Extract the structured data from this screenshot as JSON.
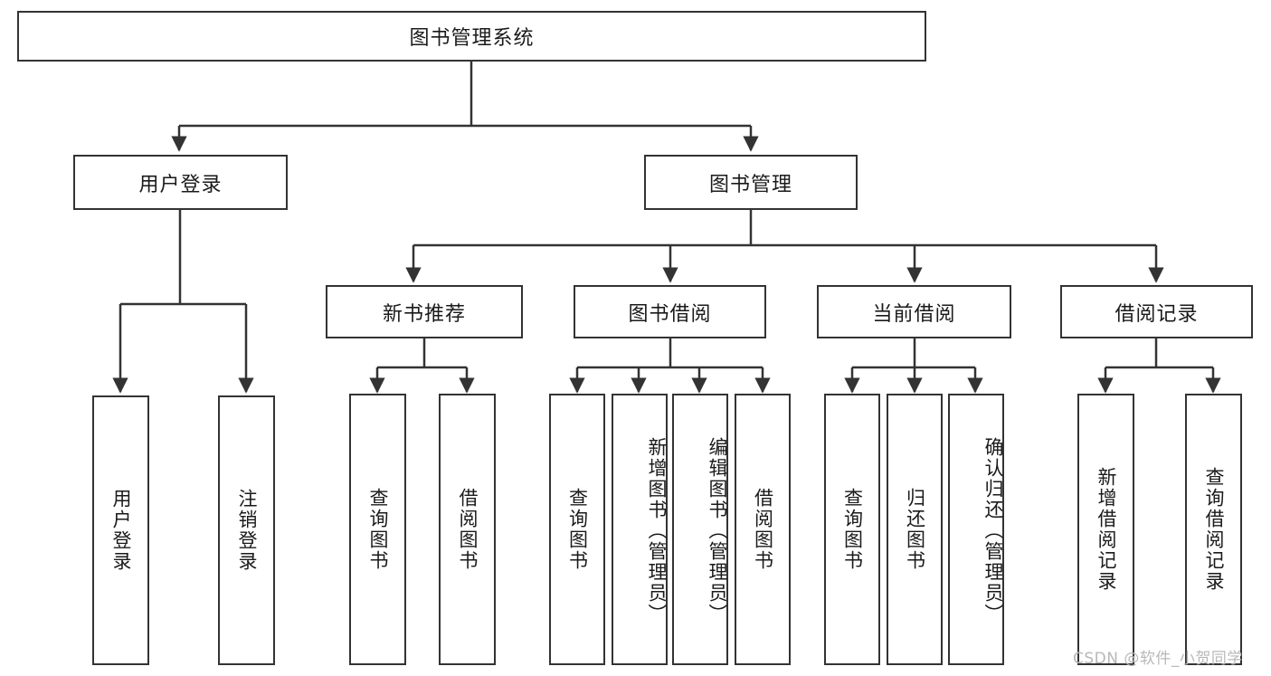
{
  "diagram": {
    "title": "图书管理系统",
    "root": {
      "label": "图书管理系统"
    },
    "level1": [
      {
        "label": "用户登录"
      },
      {
        "label": "图书管理"
      }
    ],
    "level2": [
      {
        "label": "新书推荐"
      },
      {
        "label": "图书借阅"
      },
      {
        "label": "当前借阅"
      },
      {
        "label": "借阅记录"
      }
    ],
    "leaves": {
      "user_login": [
        {
          "label": "用户登录"
        },
        {
          "label": "注销登录"
        }
      ],
      "new_book_recommend": [
        {
          "label": "查询图书"
        },
        {
          "label": "借阅图书"
        }
      ],
      "book_borrow": [
        {
          "label": "查询图书"
        },
        {
          "label": "新增图书（管理员）"
        },
        {
          "label": "编辑图书（管理员）"
        },
        {
          "label": "借阅图书"
        }
      ],
      "current_borrow": [
        {
          "label": "查询图书"
        },
        {
          "label": "归还图书"
        },
        {
          "label": "确认归还（管理员）"
        }
      ],
      "borrow_record": [
        {
          "label": "新增借阅记录"
        },
        {
          "label": "查询借阅记录"
        }
      ]
    }
  },
  "watermark": {
    "text": "CSDN @软件_小贺同学"
  },
  "colors": {
    "stroke": "#333333",
    "background": "#ffffff",
    "text": "#1a1a1a",
    "watermark": "#b8b8b8"
  }
}
